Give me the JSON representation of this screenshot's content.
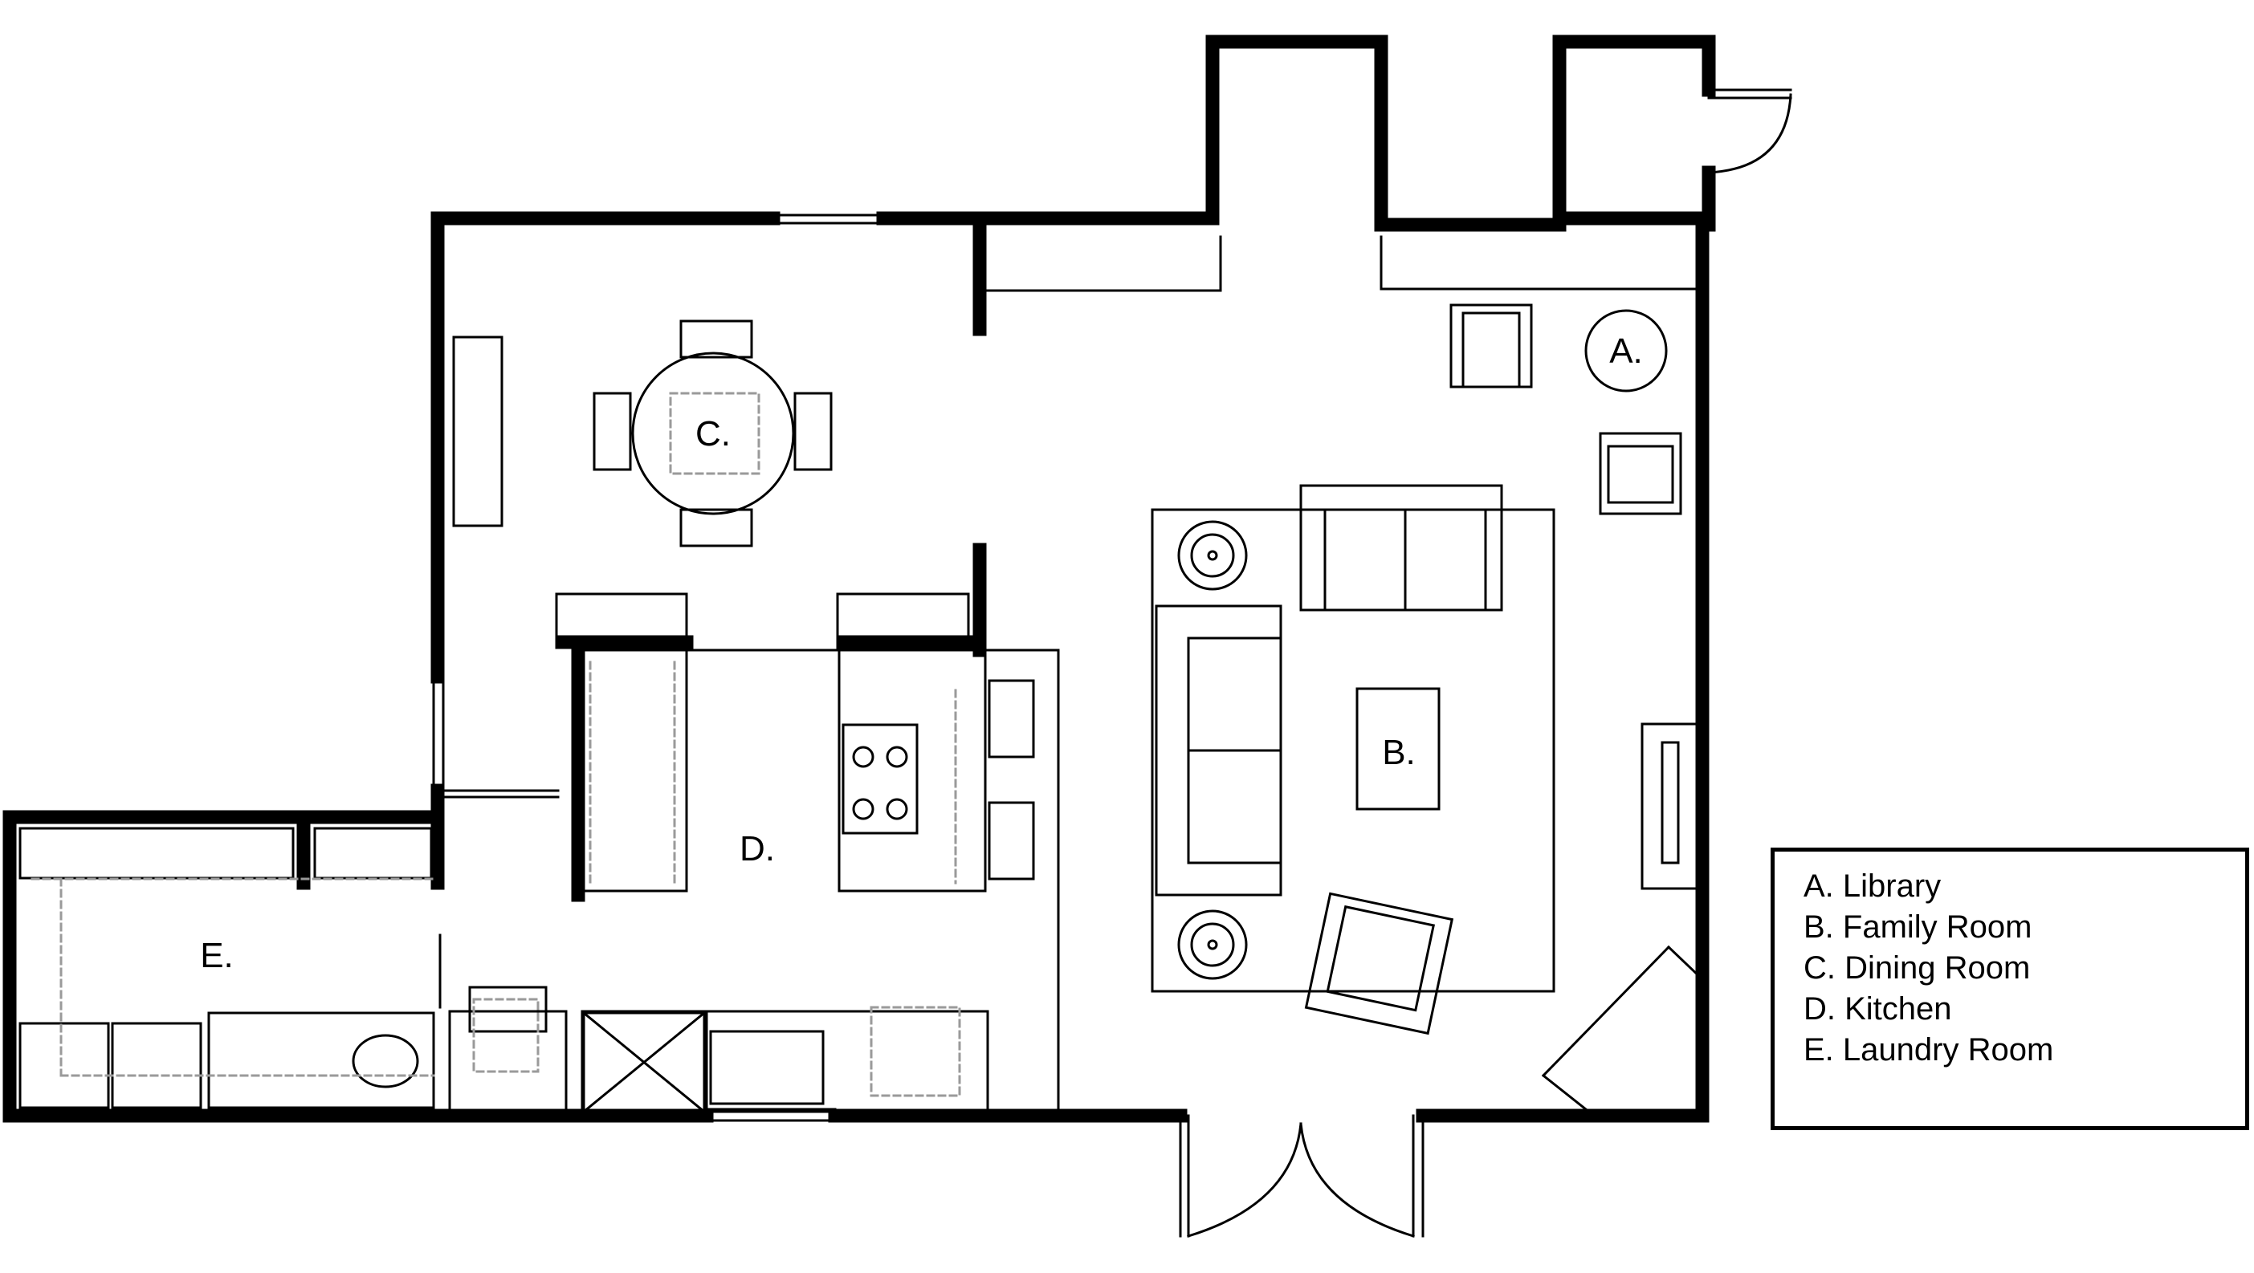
{
  "plan": {
    "rooms": {
      "library": "A.",
      "family_room": "B.",
      "dining_room": "C.",
      "kitchen": "D.",
      "laundry_room": "E."
    }
  },
  "legend": {
    "items": [
      "A. Library",
      "B. Family Room",
      "C. Dining Room",
      "D. Kitchen",
      "E. Laundry Room"
    ]
  },
  "colors": {
    "wall": "#000000",
    "fixture_outline": "#000000",
    "hidden_line": "#9a9a9a",
    "background": "#ffffff"
  }
}
